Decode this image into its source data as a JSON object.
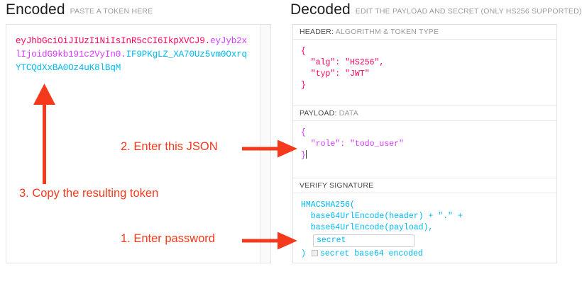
{
  "encoded": {
    "title": "Encoded",
    "subtitle": "PASTE A TOKEN HERE",
    "token": {
      "header": "eyJhbGciOiJIUzI1NiIsInR5cCI6IkpXVCJ9",
      "dot1": ".",
      "payload": "eyJyb2xlIjoidG9kb191c2VyIn0",
      "dot2": ".",
      "signature": "IF9PKgLZ_XA70Uz5vm0OxrqYTCQdXxBA0Oz4uK8lBqM"
    }
  },
  "decoded": {
    "title": "Decoded",
    "subtitle": "EDIT THE PAYLOAD AND SECRET (ONLY HS256 SUPPORTED)",
    "sections": {
      "header": {
        "label_bold": "HEADER:",
        "label_rest": " ALGORITHM & TOKEN TYPE",
        "code": "{\n  \"alg\": \"HS256\",\n  \"typ\": \"JWT\"\n}"
      },
      "payload": {
        "label_bold": "PAYLOAD:",
        "label_rest": " DATA",
        "code_line1": "{",
        "code_line2": "  \"role\": \"todo_user\"",
        "code_line3": "}"
      },
      "signature": {
        "label_bold": "VERIFY SIGNATURE",
        "label_rest": "",
        "line1": "HMACSHA256(",
        "line2": "  base64UrlEncode(header) + \".\" +",
        "line3": "  base64UrlEncode(payload),",
        "secret_value": "secret",
        "close_paren": ")",
        "b64_label": "secret base64 encoded"
      }
    }
  },
  "annotations": {
    "step1": "1. Enter password",
    "step2": "2. Enter this JSON",
    "step3": "3. Copy the resulting token"
  },
  "colors": {
    "header_red": "#fb015b",
    "payload_magenta": "#d63aff",
    "signature_blue": "#00b9f1",
    "annotation_red": "#f4391c"
  }
}
